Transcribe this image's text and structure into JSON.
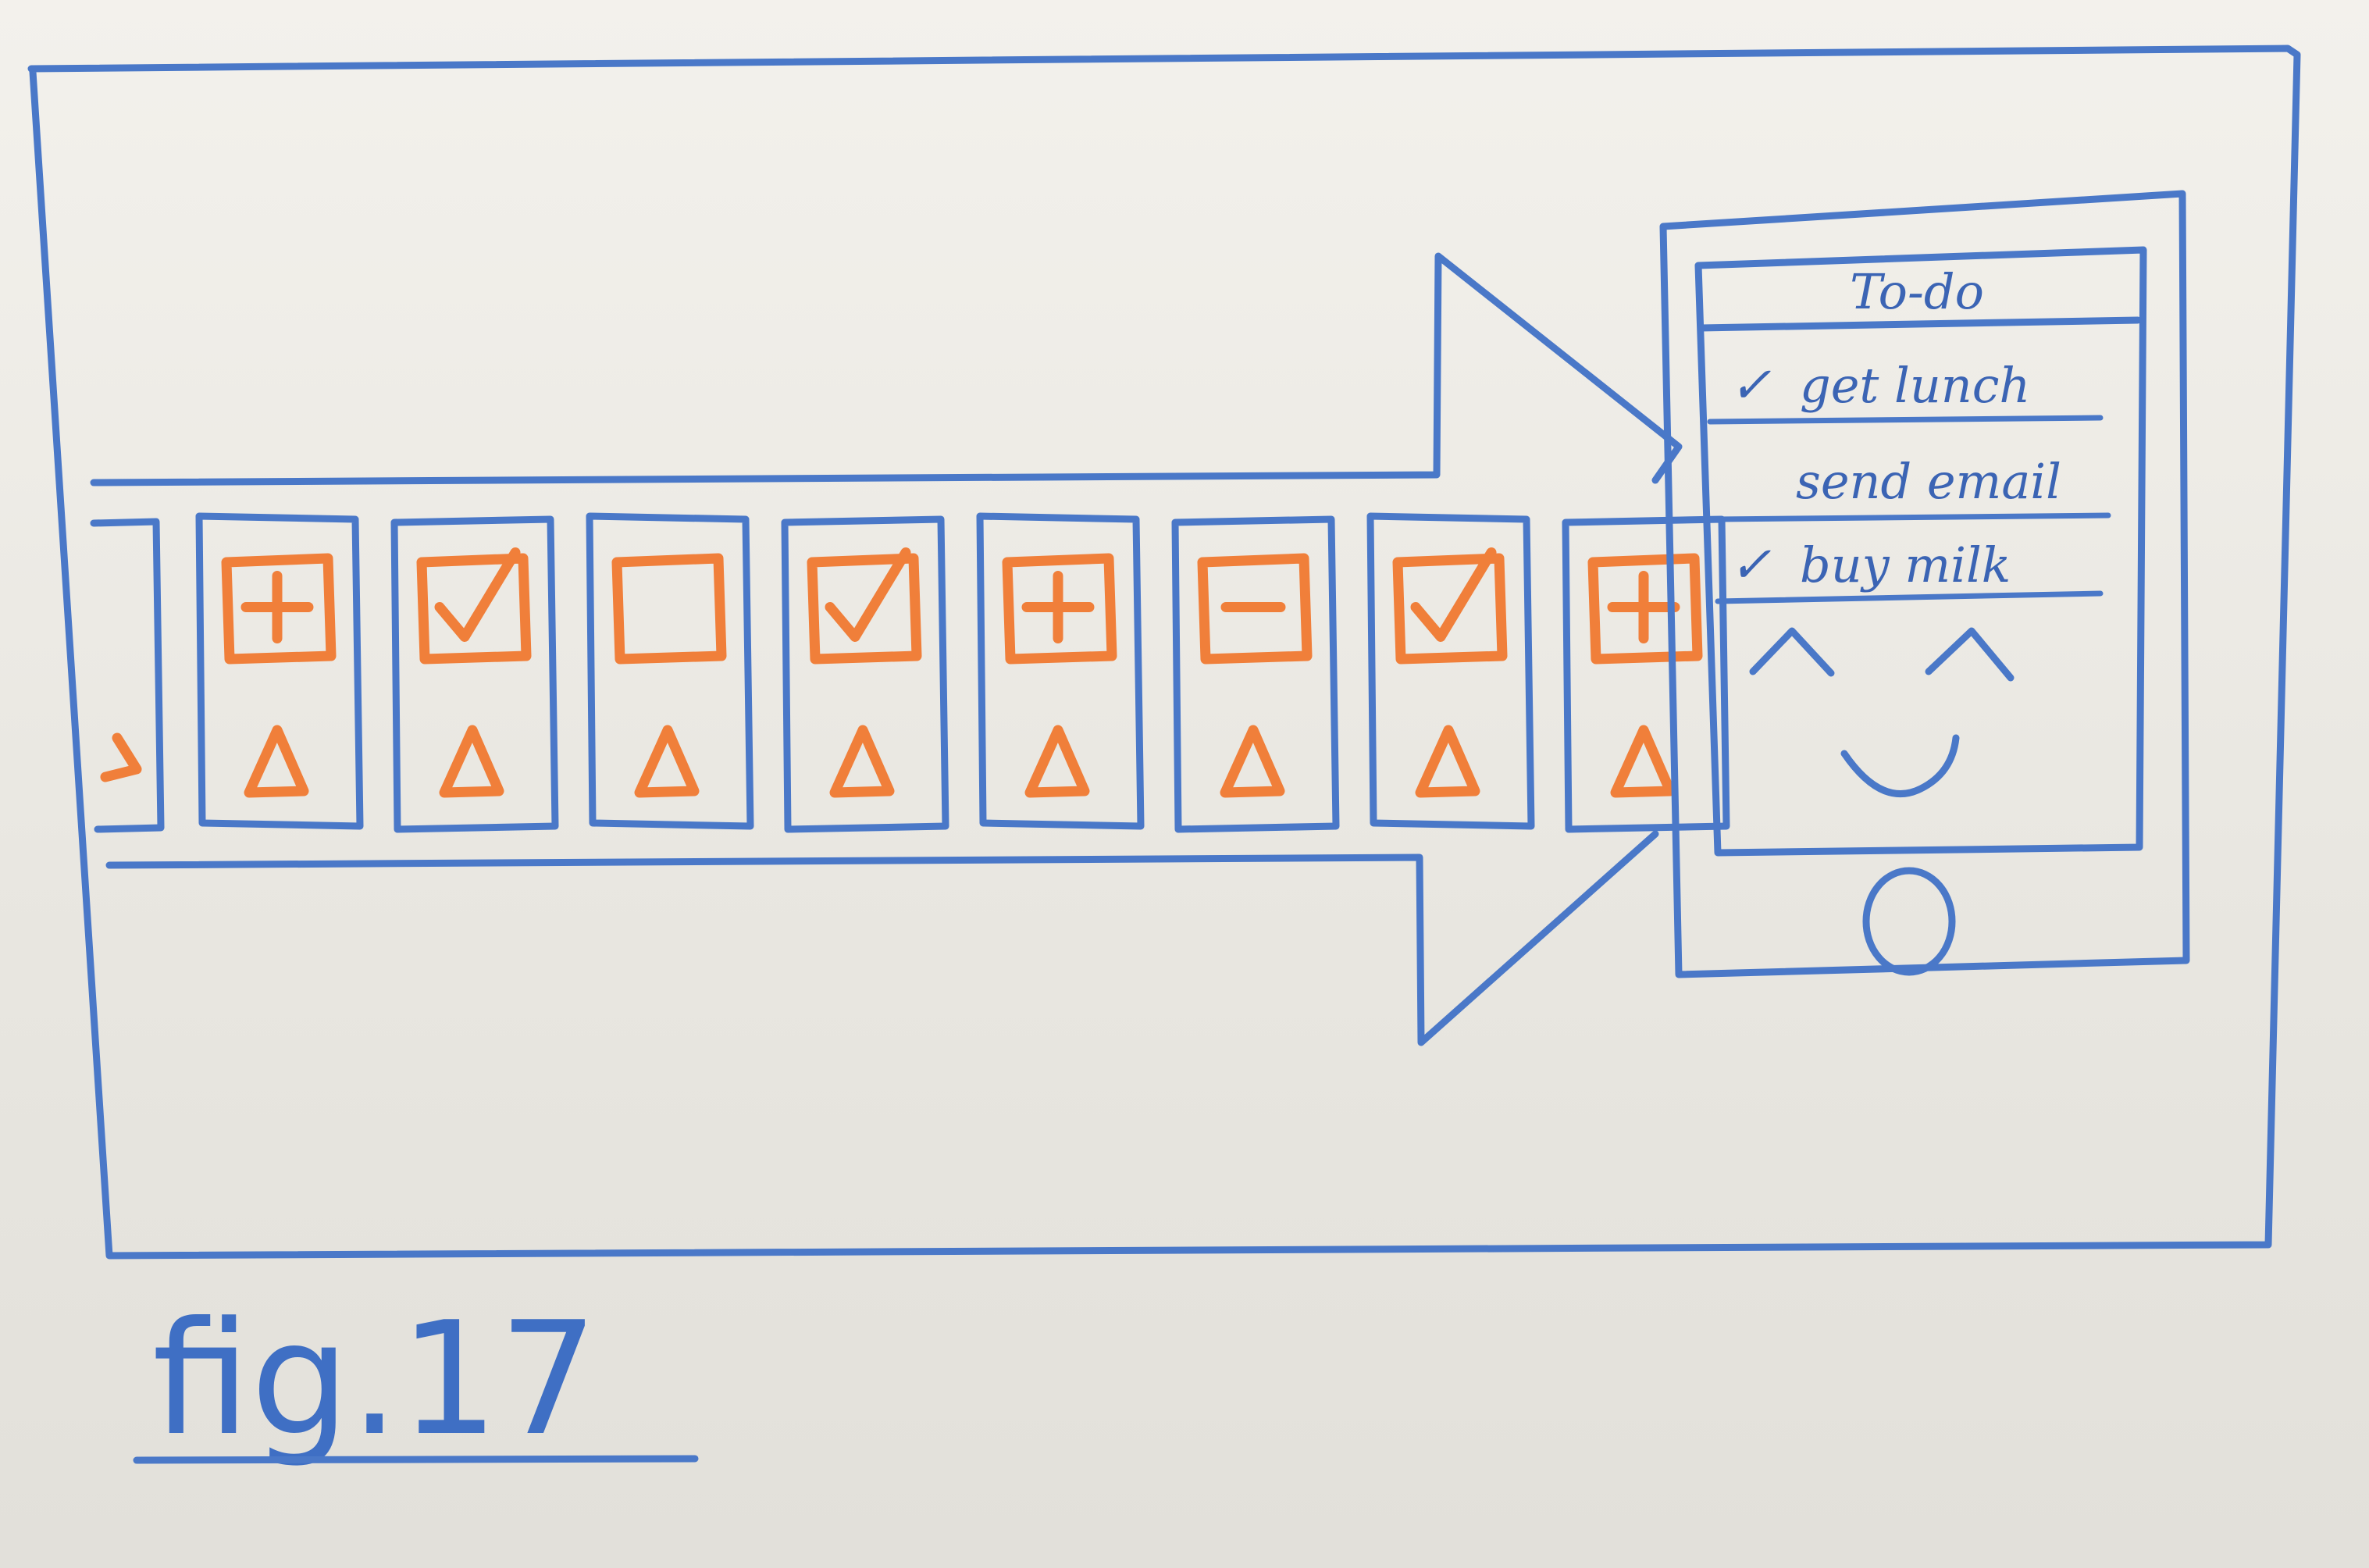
{
  "filmstrip": {
    "frames": [
      {
        "symbol": "plus"
      },
      {
        "symbol": "check"
      },
      {
        "symbol": "empty"
      },
      {
        "symbol": "check"
      },
      {
        "symbol": "plus"
      },
      {
        "symbol": "minus"
      },
      {
        "symbol": "check"
      },
      {
        "symbol": "plus"
      }
    ],
    "colors": {
      "marker_blue": "#4a78c8",
      "marker_orange": "#f07f3a"
    }
  },
  "phone": {
    "title": "To-do",
    "items": [
      {
        "check": "✓",
        "label": "get lunch"
      },
      {
        "check": "",
        "label": "send email"
      },
      {
        "check": "✓",
        "label": "buy milk"
      }
    ],
    "face": "smiley-face-icon",
    "home_button": "home-button-icon"
  },
  "caption": "fig.17"
}
